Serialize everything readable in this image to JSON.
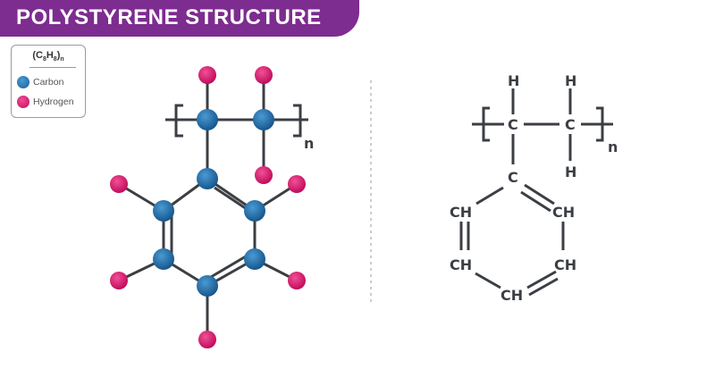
{
  "header": {
    "title": "POLYSTYRENE STRUCTURE"
  },
  "legend": {
    "formula_main": "(C",
    "formula_sub1": "8",
    "formula_mid": "H",
    "formula_sub2": "8",
    "formula_close": ")",
    "formula_n": "n",
    "items": [
      {
        "label": "Carbon",
        "color": "#1f6fae"
      },
      {
        "label": "Hydrogen",
        "color": "#e0156f"
      }
    ]
  },
  "ball_model": {
    "repeat": "n"
  },
  "structural": {
    "H": "H",
    "C": "C",
    "CH": "CH",
    "repeat": "n"
  },
  "colors": {
    "carbon": "#1f6fae",
    "hydrogen": "#e0156f",
    "bond": "#3b3f44",
    "header": "#7d2c8f"
  }
}
